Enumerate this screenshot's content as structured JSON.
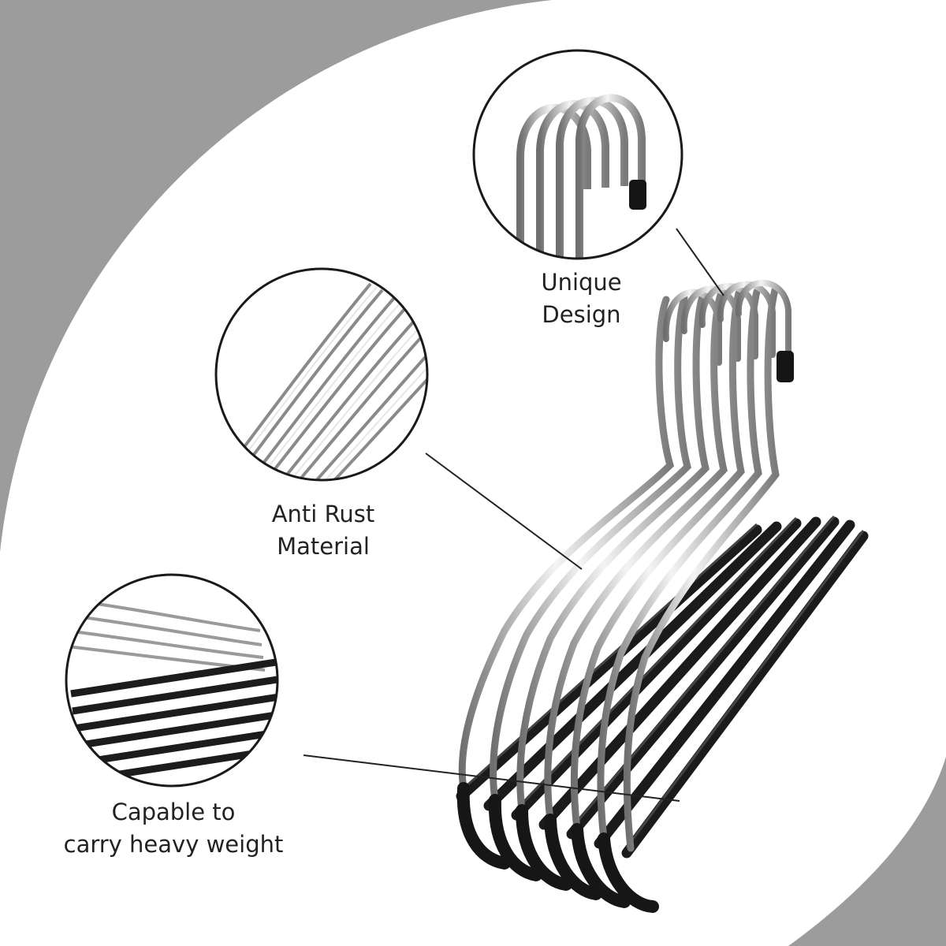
{
  "colors": {
    "background_gray": "#9c9c9c",
    "panel_white": "#ffffff",
    "chrome": "#c9c9c9",
    "rubber_black": "#1a1a1a",
    "text": "#222222"
  },
  "callouts": [
    {
      "id": "unique-design",
      "lines": [
        "Unique",
        "Design"
      ],
      "detail_icon": "hook-closeup-icon"
    },
    {
      "id": "anti-rust",
      "lines": [
        "Anti Rust",
        "Material"
      ],
      "detail_icon": "wire-closeup-icon"
    },
    {
      "id": "heavy-weight",
      "lines": [
        "Capable to",
        "carry heavy weight"
      ],
      "detail_icon": "bar-closeup-icon"
    }
  ],
  "product": {
    "icon": "hanger-stack-icon",
    "hanger_count": 7
  }
}
